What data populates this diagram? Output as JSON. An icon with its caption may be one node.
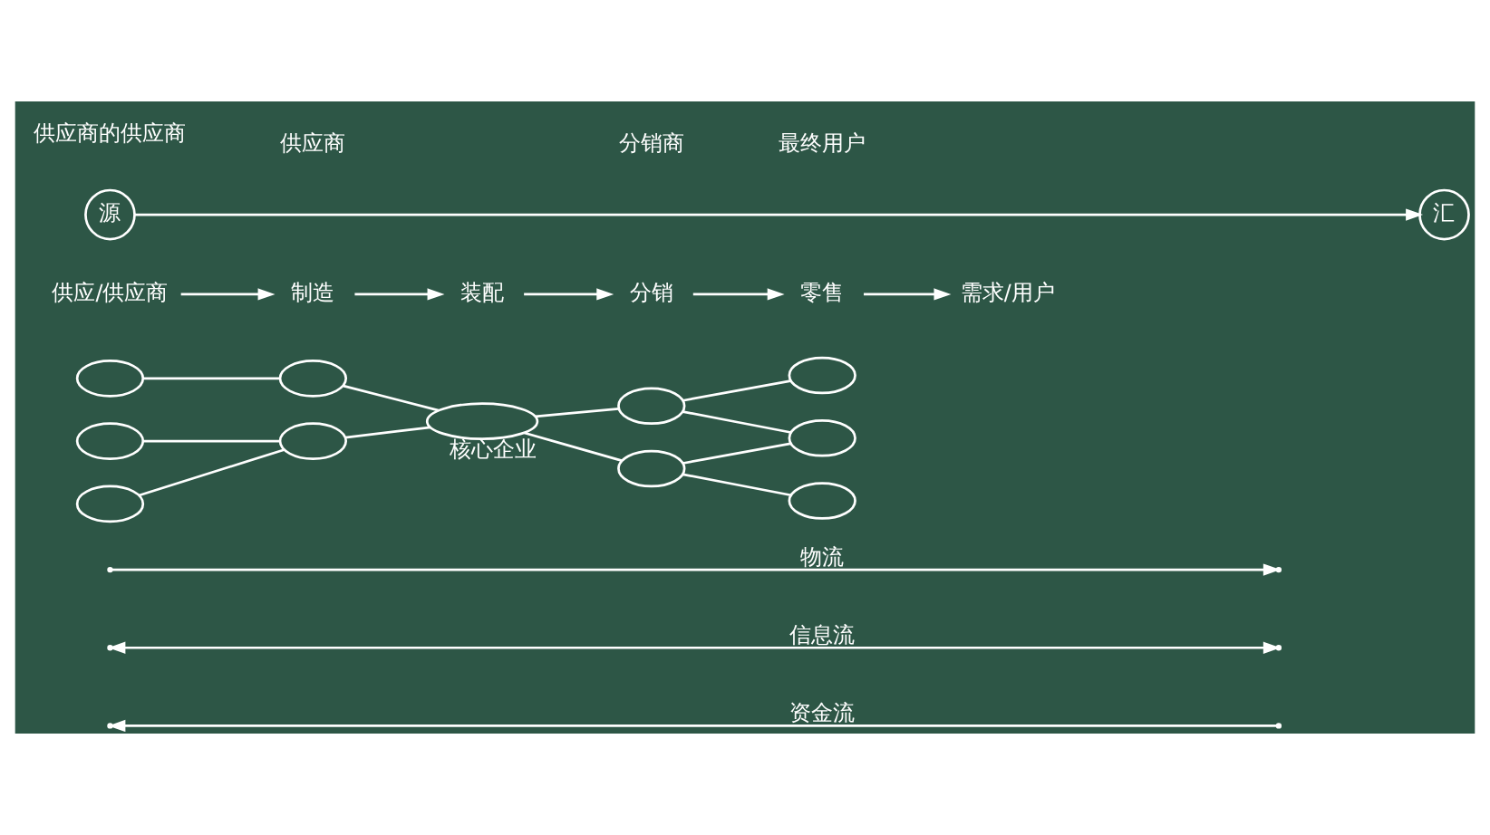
{
  "diagram": {
    "nodes": [
      {
        "text": [
          "源"
        ]
      },
      {
        "text": [
          "汇"
        ]
      },
      {
        "text": [
          "供应/供应商"
        ]
      },
      {
        "text": [
          "制造"
        ]
      },
      {
        "text": [
          "装配"
        ]
      },
      {
        "text": [
          "分销"
        ]
      },
      {
        "text": [
          "零售"
        ]
      },
      {
        "text": [
          "需求/用户"
        ]
      },
      {
        "text": [],
        "shape": "ellipse"
      },
      {
        "text": [],
        "shape": "ellipse"
      },
      {
        "text": [],
        "shape": "ellipse"
      },
      {
        "text": [],
        "shape": "ellipse"
      },
      {
        "text": [],
        "shape": "ellipse"
      },
      {
        "text": [],
        "shape": "ellipse",
        "beside": [
          "核心企业"
        ]
      },
      {
        "text": [],
        "shape": "ellipse"
      },
      {
        "text": [],
        "shape": "ellipse"
      },
      {
        "text": [],
        "shape": "ellipse"
      },
      {
        "text": [],
        "shape": "ellipse"
      },
      {
        "text": [],
        "shape": "ellipse"
      }
    ],
    "edges": [
      {
        "from": 0,
        "to": 1,
        "arrow": "to"
      },
      {
        "from": 2,
        "to": 3,
        "arrow": "to"
      },
      {
        "from": 3,
        "to": 4,
        "arrow": "to"
      },
      {
        "from": 4,
        "to": 5,
        "arrow": "to"
      },
      {
        "from": 5,
        "to": 6,
        "arrow": "to"
      },
      {
        "from": 6,
        "to": 7,
        "arrow": "to"
      },
      {
        "from": 8,
        "to": 11,
        "arrow": "none"
      },
      {
        "from": 9,
        "to": 11,
        "arrow": "none"
      },
      {
        "from": 10,
        "to": 12,
        "arrow": "none"
      },
      {
        "from": 11,
        "to": 13,
        "arrow": "none"
      },
      {
        "from": 12,
        "to": 13,
        "arrow": "none"
      },
      {
        "from": 13,
        "to": 14,
        "arrow": "none"
      },
      {
        "from": 13,
        "to": 15,
        "arrow": "none"
      },
      {
        "from": 14,
        "to": 16,
        "arrow": "none"
      },
      {
        "from": 14,
        "to": 17,
        "arrow": "none"
      },
      {
        "from": 15,
        "to": 17,
        "arrow": "none"
      },
      {
        "from": 15,
        "to": 18,
        "arrow": "none"
      }
    ],
    "labels": [
      "供应商的供应商",
      "供应商",
      "分销商",
      "最终用户",
      "物流",
      "信息流",
      "资金流"
    ]
  }
}
